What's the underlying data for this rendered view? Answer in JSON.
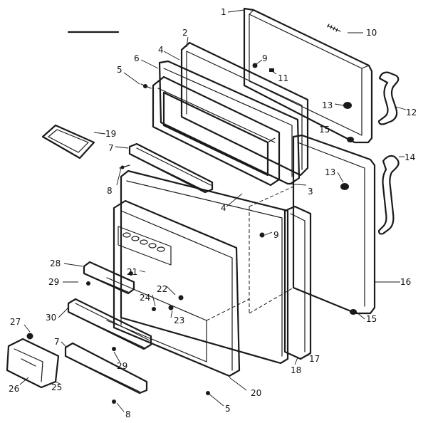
{
  "callouts": [
    {
      "id": "c1",
      "text": "1"
    },
    {
      "id": "c2",
      "text": "2"
    },
    {
      "id": "c3",
      "text": "3"
    },
    {
      "id": "c4a",
      "text": "4"
    },
    {
      "id": "c4b",
      "text": "4"
    },
    {
      "id": "c5a",
      "text": "5"
    },
    {
      "id": "c5b",
      "text": "5"
    },
    {
      "id": "c6",
      "text": "6"
    },
    {
      "id": "c7a",
      "text": "7"
    },
    {
      "id": "c7b",
      "text": "7"
    },
    {
      "id": "c8a",
      "text": "8"
    },
    {
      "id": "c8b",
      "text": "8"
    },
    {
      "id": "c9a",
      "text": "9"
    },
    {
      "id": "c9b",
      "text": "9"
    },
    {
      "id": "c10",
      "text": "10"
    },
    {
      "id": "c11",
      "text": "11"
    },
    {
      "id": "c12",
      "text": "12"
    },
    {
      "id": "c13a",
      "text": "13"
    },
    {
      "id": "c13b",
      "text": "13"
    },
    {
      "id": "c14",
      "text": "14"
    },
    {
      "id": "c15a",
      "text": "15"
    },
    {
      "id": "c15b",
      "text": "15"
    },
    {
      "id": "c16",
      "text": "16"
    },
    {
      "id": "c17",
      "text": "17"
    },
    {
      "id": "c18",
      "text": "18"
    },
    {
      "id": "c19",
      "text": "19"
    },
    {
      "id": "c20",
      "text": "20"
    },
    {
      "id": "c21",
      "text": "21"
    },
    {
      "id": "c22",
      "text": "22"
    },
    {
      "id": "c23",
      "text": "23"
    },
    {
      "id": "c24",
      "text": "24"
    },
    {
      "id": "c25",
      "text": "25"
    },
    {
      "id": "c26",
      "text": "26"
    },
    {
      "id": "c27",
      "text": "27"
    },
    {
      "id": "c28",
      "text": "28"
    },
    {
      "id": "c29a",
      "text": "29"
    },
    {
      "id": "c29b",
      "text": "29"
    },
    {
      "id": "c30",
      "text": "30"
    }
  ]
}
